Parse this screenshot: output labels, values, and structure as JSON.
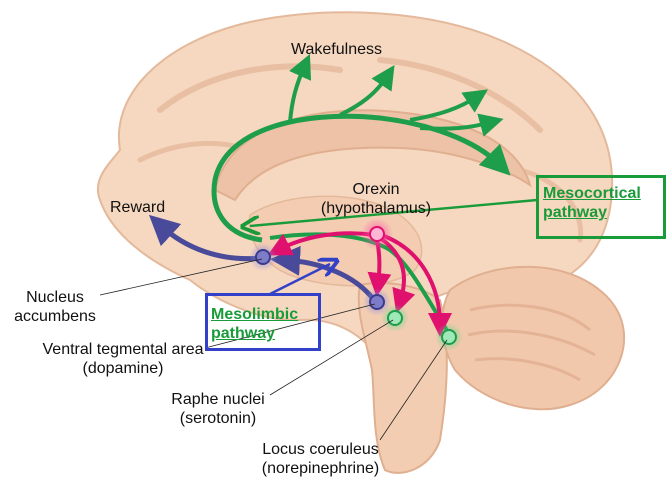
{
  "labels": {
    "wakefulness": "Wakefulness",
    "reward": "Reward",
    "orexin_line1": "Orexin",
    "orexin_line2": "(hypothalamus)",
    "nucleus_line1": "Nucleus",
    "nucleus_line2": "accumbens",
    "vta_line1": "Ventral tegmental area",
    "vta_line2": "(dopamine)",
    "raphe_line1": "Raphe nuclei",
    "raphe_line2": "(serotonin)",
    "locus_line1": "Locus coeruleus",
    "locus_line2": "(norepinephrine)"
  },
  "annotations": {
    "mesocortical_line1": "Mesocortical",
    "mesocortical_line2": "pathway",
    "mesolimbic_line1": "Mesolimbic",
    "mesolimbic_line2": "pathway"
  },
  "colors": {
    "brain_fill": "#f6d7bf",
    "brain_shade": "#e9bfa3",
    "green_pathway": "#1e9e4a",
    "dopamine_pathway": "#4a4a9a",
    "orexin_pathway": "#e0106e",
    "box_green": "#1a9b3a",
    "box_blue": "#3340c8"
  }
}
